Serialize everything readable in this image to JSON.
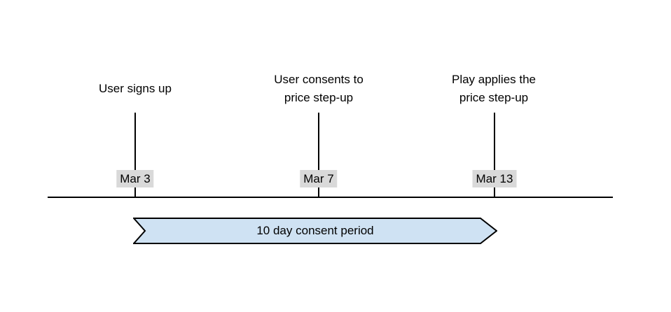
{
  "events": [
    {
      "label": "User signs up",
      "date": "Mar 3"
    },
    {
      "label": "User consents to\nprice step-up",
      "date": "Mar 7"
    },
    {
      "label": "Play applies the\nprice step-up",
      "date": "Mar 13"
    }
  ],
  "banner": {
    "label": "10 day consent period",
    "fill_color": "#cfe2f3",
    "border_color": "#000000"
  },
  "colors": {
    "background": "#ffffff",
    "line": "#000000",
    "text": "#000000",
    "date_label_bg": "#d9d9d9"
  }
}
